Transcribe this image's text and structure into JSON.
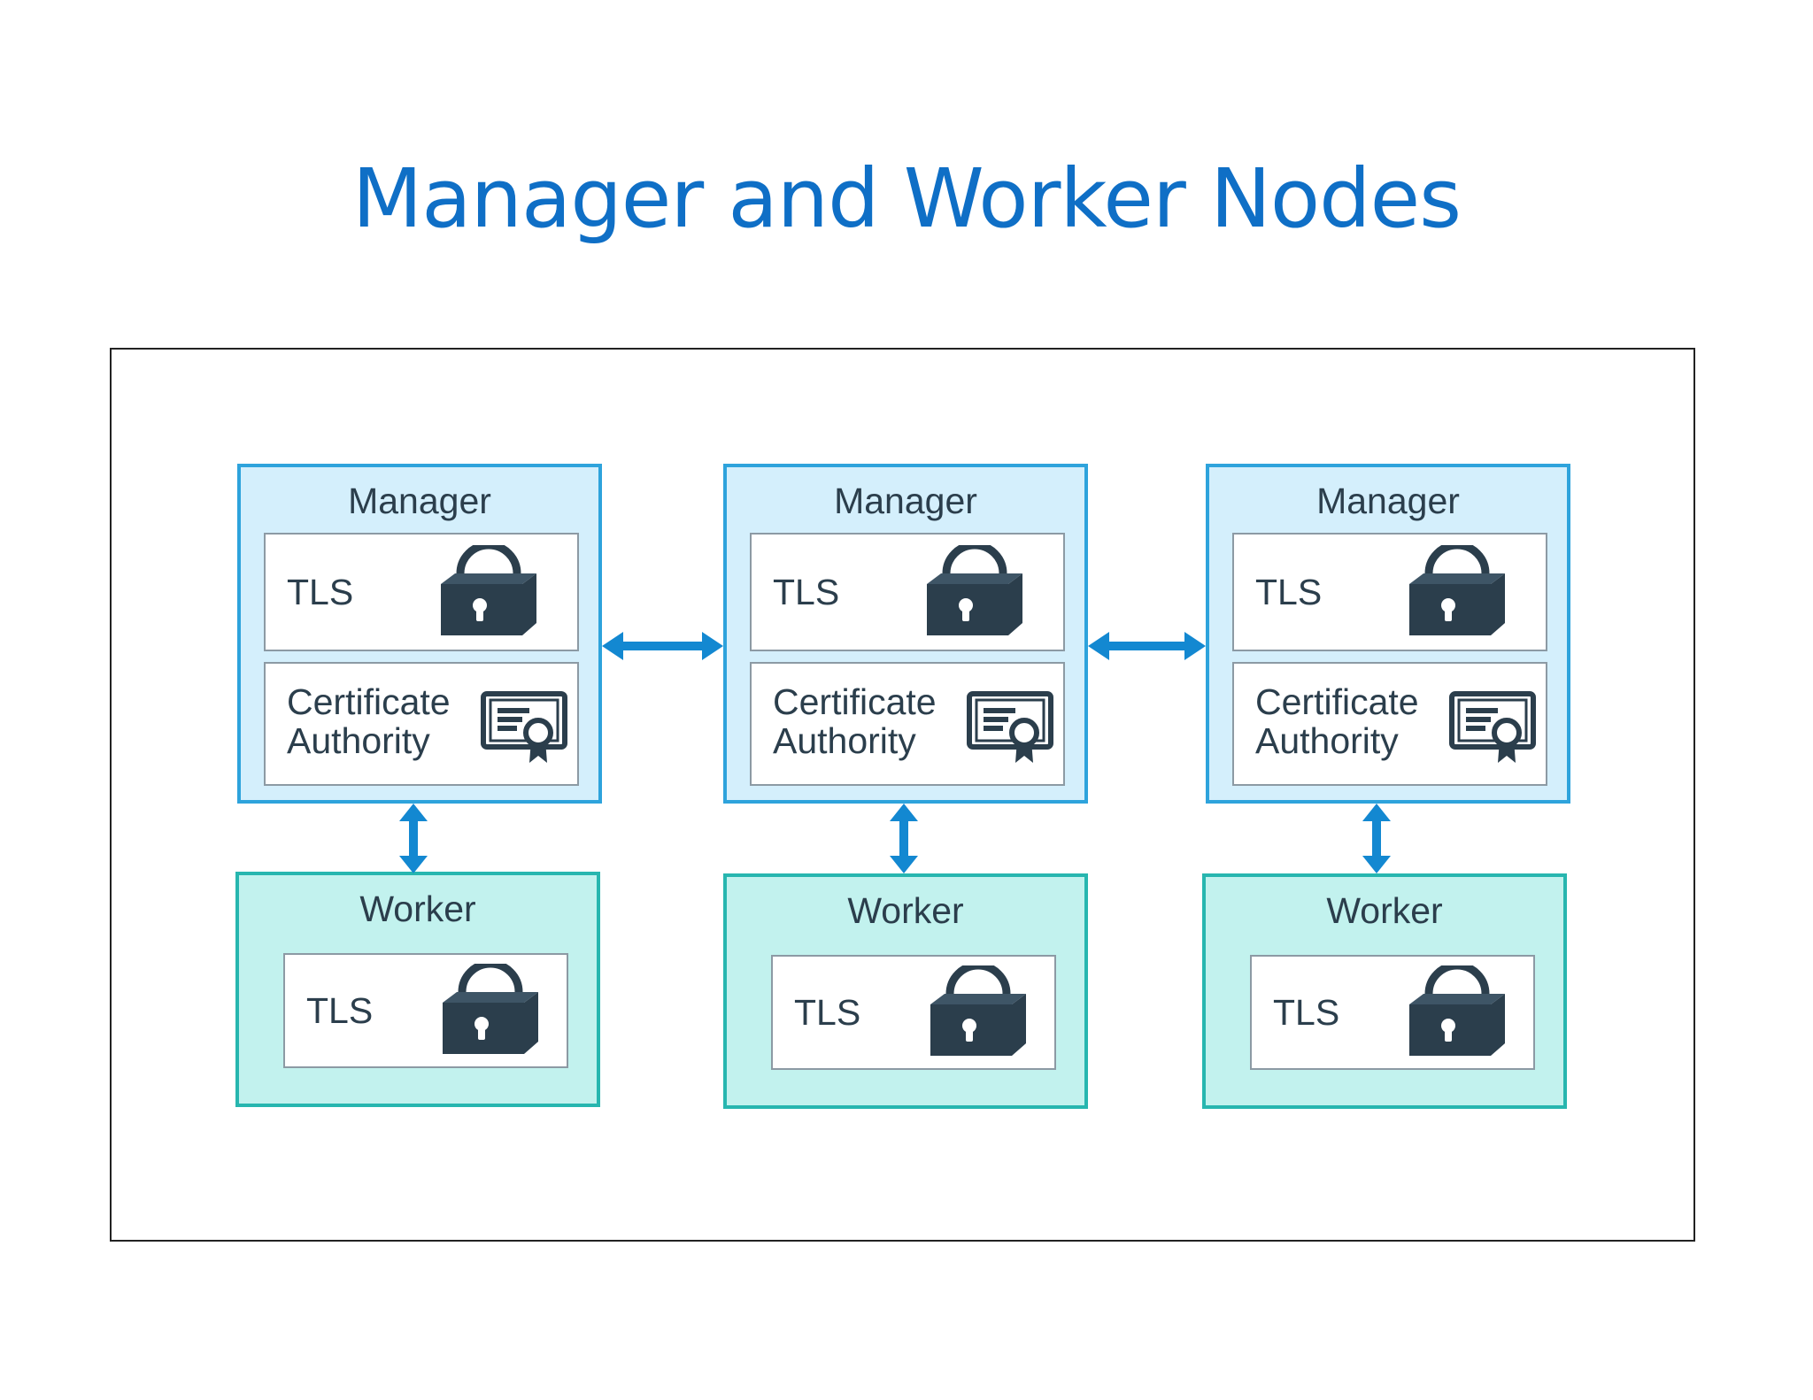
{
  "title": "Manager and Worker Nodes",
  "colors": {
    "title": "#0F6FC6",
    "manager_fill": "#D4EFFC",
    "manager_border": "#2EA3DC",
    "worker_fill": "#C2F2EE",
    "worker_border": "#27B6AF",
    "icon": "#2B3E4C",
    "arrow": "#1388D1"
  },
  "managers": [
    {
      "label": "Manager",
      "tls": "TLS",
      "ca_line1": "Certificate",
      "ca_line2": "Authority"
    },
    {
      "label": "Manager",
      "tls": "TLS",
      "ca_line1": "Certificate",
      "ca_line2": "Authority"
    },
    {
      "label": "Manager",
      "tls": "TLS",
      "ca_line1": "Certificate",
      "ca_line2": "Authority"
    }
  ],
  "workers": [
    {
      "label": "Worker",
      "tls": "TLS"
    },
    {
      "label": "Worker",
      "tls": "TLS"
    },
    {
      "label": "Worker",
      "tls": "TLS"
    }
  ],
  "icons": {
    "tls": "padlock-icon",
    "ca": "certificate-icon",
    "link": "double-arrow-icon"
  }
}
